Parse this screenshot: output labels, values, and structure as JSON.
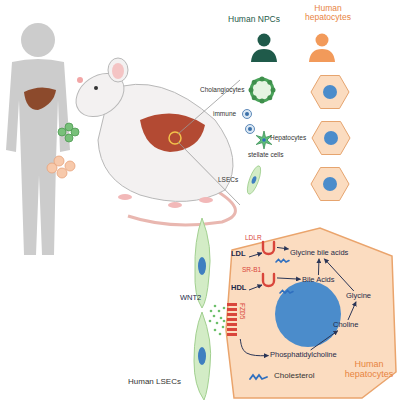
{
  "diagram": {
    "nodes": [
      {
        "text": [
          "Human hepatocytes"
        ]
      },
      {
        "text": [
          "Glycine bile acids"
        ],
        "in": 0
      },
      {
        "text": [
          "Bile Acids"
        ],
        "in": 0
      },
      {
        "text": [
          "Glycine"
        ],
        "in": 0
      },
      {
        "text": [
          "Choline"
        ],
        "in": 0
      },
      {
        "text": [
          "Phosphatidylcholine"
        ],
        "in": 0
      },
      {
        "text": [
          "LDLR"
        ]
      },
      {
        "text": [
          "SR-B1"
        ]
      },
      {
        "text": [
          "FZD5"
        ]
      },
      {
        "text": [
          "Human LSECs"
        ]
      }
    ],
    "edges": [
      {
        "from": 6,
        "to": 1,
        "arrow": "to"
      },
      {
        "from": 7,
        "to": 2,
        "arrow": "to"
      },
      {
        "from": 2,
        "to": 1,
        "arrow": "to"
      },
      {
        "from": 3,
        "to": 1,
        "arrow": "to"
      },
      {
        "from": 4,
        "to": 3,
        "arrow": "to"
      },
      {
        "from": 5,
        "to": 4,
        "arrow": "to"
      },
      {
        "from": 8,
        "to": 5,
        "arrow": "to"
      }
    ],
    "labels": [
      "Human NPCs",
      "Human hepatocytes",
      "Cholangiocytes",
      "immune",
      "stellate cells",
      "LSECs",
      "Hepatocytes",
      "LDL",
      "HDL",
      "WNT2"
    ],
    "legend": [
      {
        "text": "Cholesterol"
      }
    ]
  }
}
